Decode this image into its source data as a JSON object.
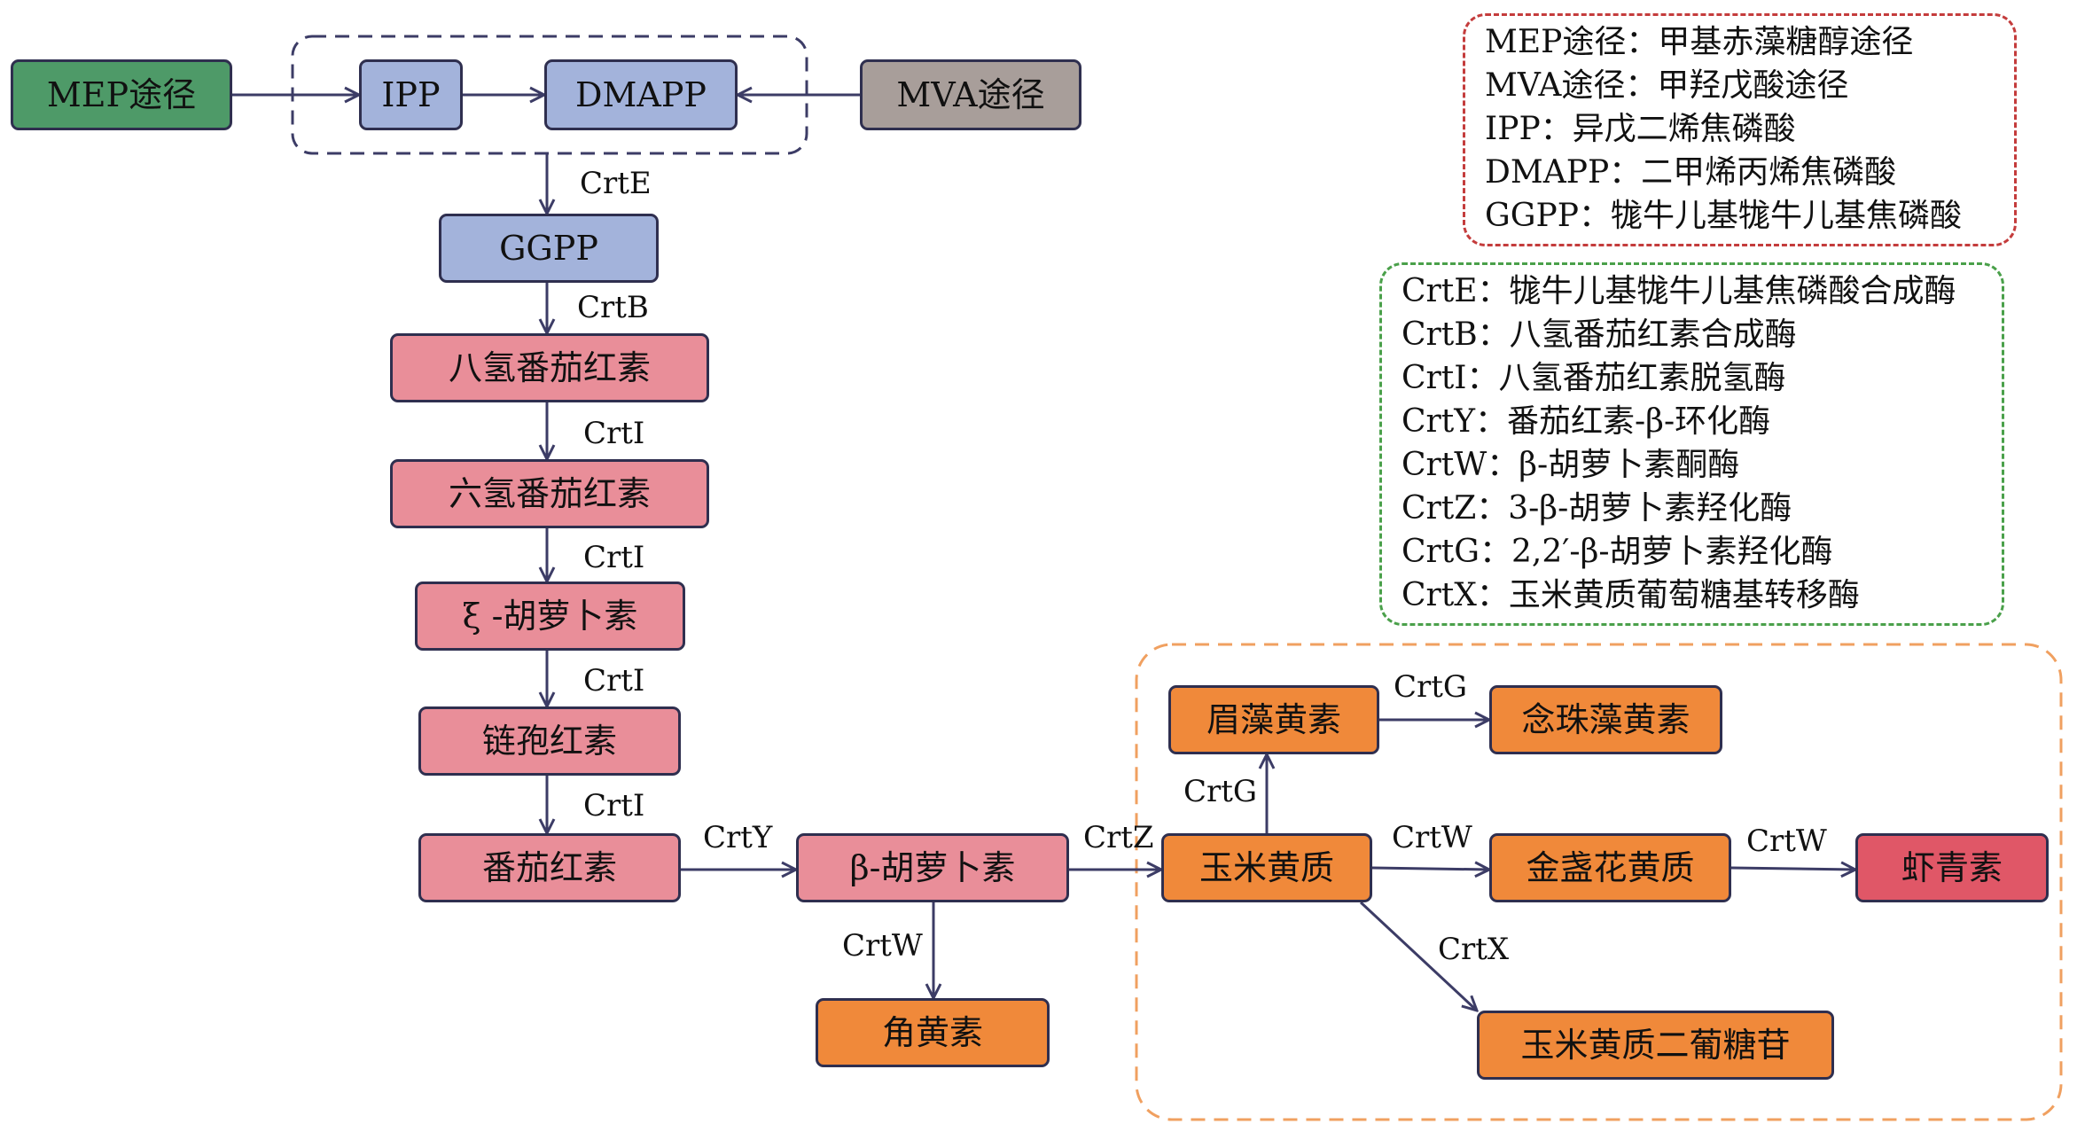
{
  "colors": {
    "green": "#4e9a68",
    "blue": "#a3b3db",
    "gray": "#a89e9a",
    "pink": "#e98e99",
    "orange": "#f0893a",
    "red": "#e05767",
    "arrow": "#3c3c66",
    "legend_red": "#c43c3c",
    "legend_green": "#4aa04a",
    "region_orange": "#f0a060"
  },
  "nodes": {
    "mep": {
      "label": "MEP途径",
      "color": "green"
    },
    "ipp": {
      "label": "IPP",
      "color": "blue"
    },
    "dmapp": {
      "label": "DMAPP",
      "color": "blue"
    },
    "mva": {
      "label": "MVA途径",
      "color": "gray"
    },
    "ggpp": {
      "label": "GGPP",
      "color": "blue"
    },
    "phytoene": {
      "label": "八氢番茄红素",
      "color": "pink"
    },
    "phytofluene": {
      "label": "六氢番茄红素",
      "color": "pink"
    },
    "zeta_carotene": {
      "label": "ξ -胡萝卜素",
      "color": "pink"
    },
    "neurosporene": {
      "label": "链孢红素",
      "color": "pink"
    },
    "lycopene": {
      "label": "番茄红素",
      "color": "pink"
    },
    "beta_carotene": {
      "label": "β-胡萝卜素",
      "color": "pink"
    },
    "canthaxanthin": {
      "label": "角黄素",
      "color": "orange"
    },
    "zeaxanthin": {
      "label": "玉米黄质",
      "color": "orange"
    },
    "caloxanthin": {
      "label": "眉藻黄素",
      "color": "orange"
    },
    "nostoxanthin": {
      "label": "念珠藻黄素",
      "color": "orange"
    },
    "adonixanthin": {
      "label": "金盏花黄质",
      "color": "orange"
    },
    "astaxanthin": {
      "label": "虾青素",
      "color": "red"
    },
    "zeaxanthin_diglucoside": {
      "label": "玉米黄质二葡糖苷",
      "color": "orange"
    }
  },
  "edges": [
    {
      "from": "mep",
      "to": "ipp",
      "label": ""
    },
    {
      "from": "ipp",
      "to": "dmapp",
      "label": ""
    },
    {
      "from": "mva",
      "to": "dmapp",
      "label": ""
    },
    {
      "from": "precursor_box",
      "to": "ggpp",
      "label": "CrtE"
    },
    {
      "from": "ggpp",
      "to": "phytoene",
      "label": "CrtB"
    },
    {
      "from": "phytoene",
      "to": "phytofluene",
      "label": "CrtI"
    },
    {
      "from": "phytofluene",
      "to": "zeta_carotene",
      "label": "CrtI"
    },
    {
      "from": "zeta_carotene",
      "to": "neurosporene",
      "label": "CrtI"
    },
    {
      "from": "neurosporene",
      "to": "lycopene",
      "label": "CrtI"
    },
    {
      "from": "lycopene",
      "to": "beta_carotene",
      "label": "CrtY"
    },
    {
      "from": "beta_carotene",
      "to": "canthaxanthin",
      "label": "CrtW"
    },
    {
      "from": "beta_carotene",
      "to": "zeaxanthin",
      "label": "CrtZ"
    },
    {
      "from": "zeaxanthin",
      "to": "caloxanthin",
      "label": "CrtG"
    },
    {
      "from": "caloxanthin",
      "to": "nostoxanthin",
      "label": "CrtG"
    },
    {
      "from": "zeaxanthin",
      "to": "adonixanthin",
      "label": "CrtW"
    },
    {
      "from": "adonixanthin",
      "to": "astaxanthin",
      "label": "CrtW"
    },
    {
      "from": "zeaxanthin",
      "to": "zeaxanthin_diglucoside",
      "label": "CrtX"
    }
  ],
  "legend_abbrev": [
    "MEP途径：甲基赤藻糖醇途径",
    "MVA途径：甲羟戊酸途径",
    "IPP：异戊二烯焦磷酸",
    "DMAPP：二甲烯丙烯焦磷酸",
    "GGPP：牻牛儿基牻牛儿基焦磷酸"
  ],
  "legend_enzymes": [
    "CrtE：牻牛儿基牻牛儿基焦磷酸合成酶",
    "CrtB：八氢番茄红素合成酶",
    "CrtI：八氢番茄红素脱氢酶",
    "CrtY：番茄红素-β-环化酶",
    "CrtW：β-胡萝卜素酮酶",
    "CrtZ：3-β-胡萝卜素羟化酶",
    "CrtG：2,2′-β-胡萝卜素羟化酶",
    "CrtX：玉米黄质葡萄糖基转移酶"
  ]
}
